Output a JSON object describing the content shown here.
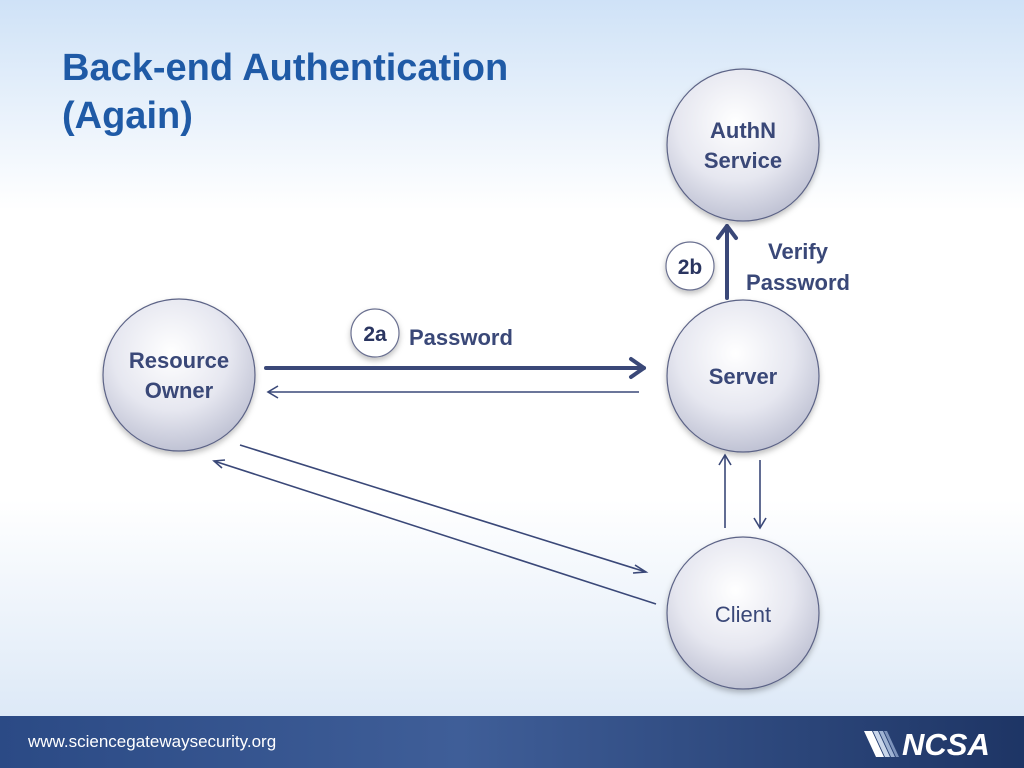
{
  "slide": {
    "title_line1": "Back-end Authentication",
    "title_line2": "(Again)"
  },
  "nodes": {
    "authn": {
      "line1": "AuthN",
      "line2": "Service"
    },
    "server": {
      "label": "Server"
    },
    "owner": {
      "line1": "Resource",
      "line2": "Owner"
    },
    "client": {
      "label": "Client"
    }
  },
  "edges": {
    "password": {
      "step": "2a",
      "label": "Password"
    },
    "verify": {
      "step": "2b",
      "line1": "Verify",
      "line2": "Password"
    }
  },
  "footer": {
    "url": "www.sciencegatewaysecurity.org",
    "logo_text": "NCSA"
  },
  "colors": {
    "title": "#1f5aa6",
    "node_text": "#3a4878",
    "arrow": "#3a4878",
    "footer_bg": "#2b4a85"
  }
}
